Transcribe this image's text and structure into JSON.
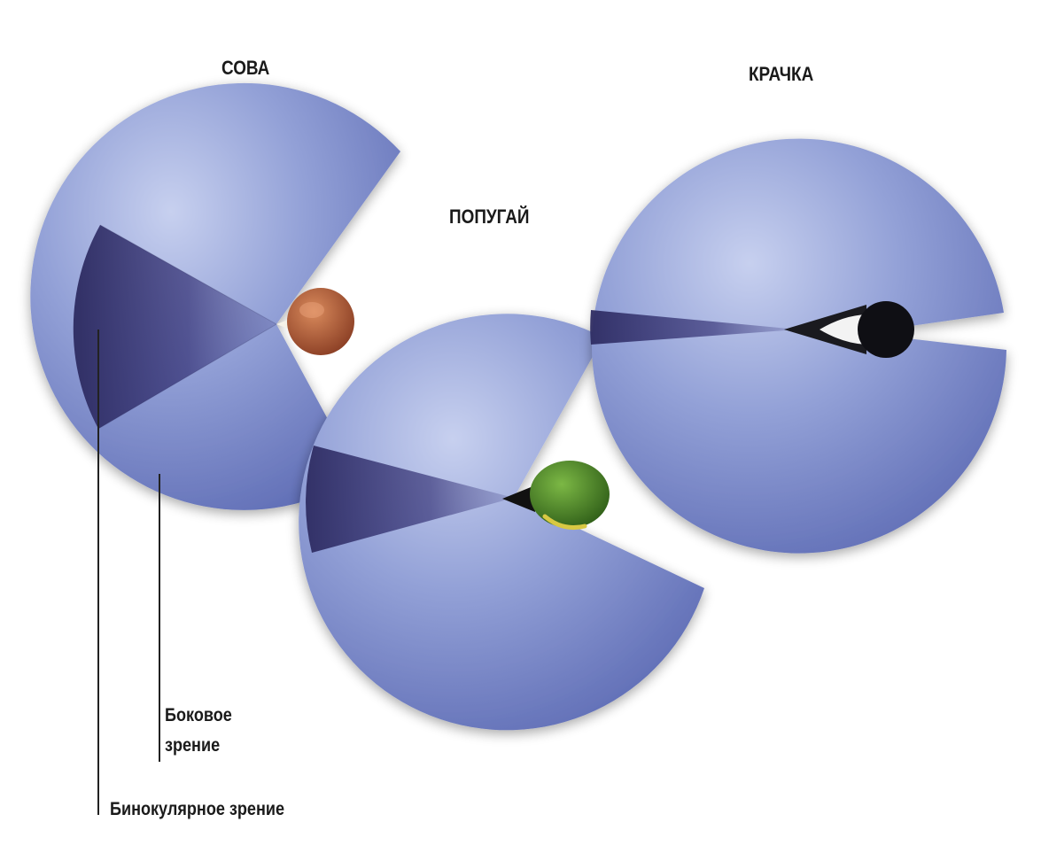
{
  "birds": [
    {
      "id": "owl",
      "name": "СОВА",
      "eye_color": "#b0583a"
    },
    {
      "id": "parrot",
      "name": "ПОПУГАЙ",
      "eye_color": "#4d8a24"
    },
    {
      "id": "tern",
      "name": "КРАЧКА",
      "eye_color": "#141418"
    }
  ],
  "legend": {
    "lateral_line1": "Боковое",
    "lateral_line2": "зрение",
    "binocular": "Бинокулярное зрение"
  },
  "colors": {
    "lateral_vision": "#7f8fc9",
    "binocular_vision": "#3a3870",
    "background": "#ffffff"
  }
}
